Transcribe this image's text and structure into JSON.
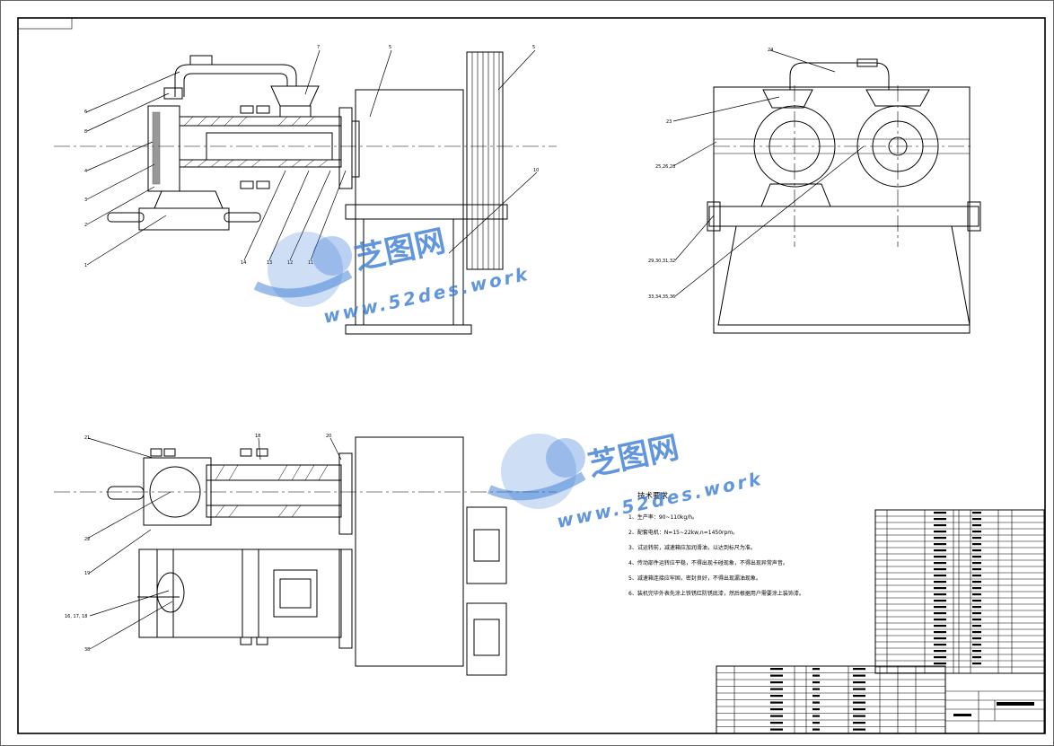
{
  "watermark": {
    "brand": "芝图网",
    "url": "www.52des.work"
  },
  "balloons": {
    "v1": [
      "6",
      "8",
      "4",
      "3",
      "2",
      "1",
      "7",
      "5",
      "5",
      "10",
      "14",
      "13",
      "12",
      "11"
    ],
    "v2": [
      "24",
      "23",
      "25,26,28",
      "29,30,31,32",
      "33,34,35,36"
    ],
    "v3": [
      "21",
      "22",
      "18",
      "20",
      "19",
      "16, 17, 18",
      "38"
    ]
  },
  "tech": {
    "title": "技术要求",
    "items": [
      "1、生产率：90~110kg/h。",
      "2、配套电机：N=15~22kw,n=1450rpm。",
      "3、试运转前，减速箱应加润滑油，以达到标尺为准。",
      "4、传动部件运转应平稳，不得出现卡碰现象，不得出现异常声音。",
      "5、减速箱连接应牢固，密封良好，不得出现漏油现象。",
      "6、装机完毕外表先涂上铁锈红防锈底漆，然后根据用户需要涂上装饰漆。"
    ]
  }
}
